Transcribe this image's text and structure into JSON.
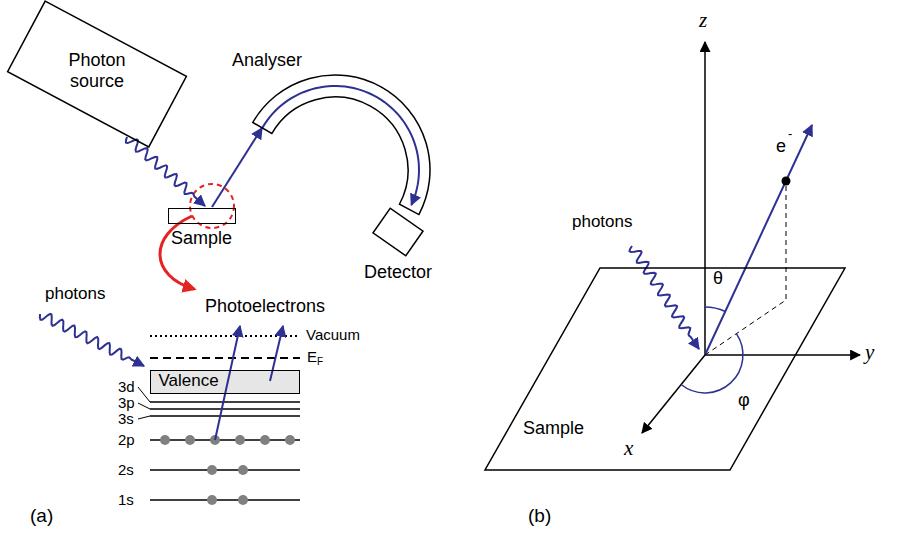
{
  "diagram": {
    "nodes": [
      {
        "text": [
          "Photon source"
        ]
      },
      {
        "text": [
          "Analyser"
        ]
      },
      {
        "text": [
          "Sample"
        ]
      },
      {
        "text": [
          "Detector"
        ]
      },
      {
        "text": [
          "Valence"
        ]
      },
      {
        "text": [
          "Sample"
        ]
      }
    ],
    "edges": [
      {
        "from": 0,
        "to": 2,
        "arrow": "to"
      },
      {
        "from": 2,
        "to": 1,
        "arrow": "to"
      },
      {
        "from": 1,
        "to": 3,
        "arrow": "to"
      }
    ],
    "labels": [
      "Photoelectrons",
      "photons",
      "Vacuum",
      "E",
      "F",
      "3d",
      "3p",
      "3s",
      "2p",
      "2s",
      "1s",
      "(a)",
      "z",
      "e",
      "-",
      "θ",
      "photons",
      "y",
      "φ",
      "x",
      "(b)"
    ]
  }
}
